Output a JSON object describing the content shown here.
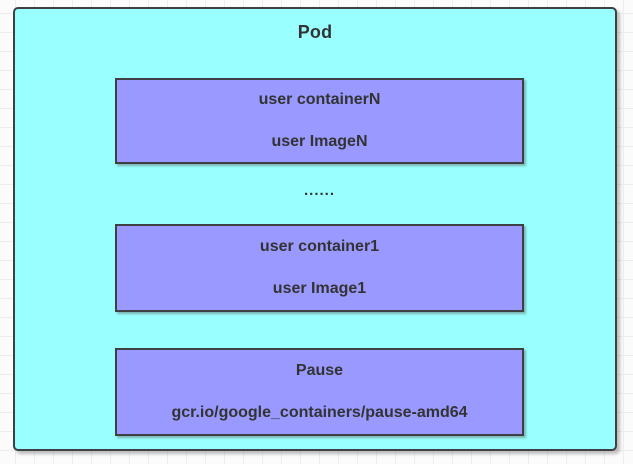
{
  "canvas": {
    "background": "#fbfbfb",
    "grid_color": "#ededed"
  },
  "colors": {
    "pod_fill": "#99ffff",
    "container_fill": "#9999ff",
    "stroke": "#3f3f46",
    "text": "#333333"
  },
  "pod": {
    "title": "Pod",
    "ellipsis": "......",
    "containers": [
      {
        "name": "user containerN",
        "image": "user ImageN"
      },
      {
        "name": "user container1",
        "image": "user Image1"
      },
      {
        "name": "Pause",
        "image": "gcr.io/google_containers/pause-amd64"
      }
    ]
  }
}
